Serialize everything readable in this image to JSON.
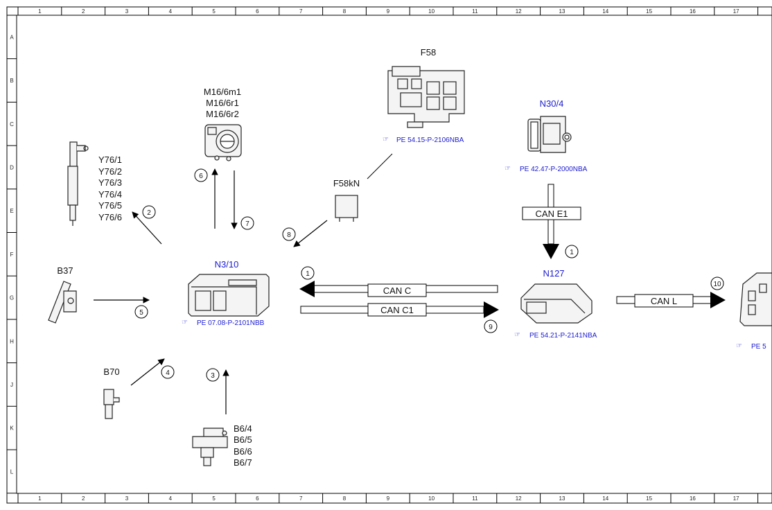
{
  "frame": {
    "columns": [
      "1",
      "2",
      "3",
      "4",
      "5",
      "6",
      "7",
      "8",
      "9",
      "10",
      "11",
      "12",
      "13",
      "14",
      "15",
      "16",
      "17"
    ],
    "rows": [
      "A",
      "B",
      "C",
      "D",
      "E",
      "F",
      "G",
      "H",
      "J",
      "K",
      "L"
    ]
  },
  "components": {
    "y76": [
      "Y76/1",
      "Y76/2",
      "Y76/3",
      "Y76/4",
      "Y76/5",
      "Y76/6"
    ],
    "m16": [
      "M16/6m1",
      "M16/6r1",
      "M16/6r2"
    ],
    "f58": "F58",
    "f58kn": "F58kN",
    "n30_4": "N30/4",
    "n3_10": "N3/10",
    "n127": "N127",
    "b37": "B37",
    "b70": "B70",
    "b6": [
      "B6/4",
      "B6/5",
      "B6/6",
      "B6/7"
    ]
  },
  "refs": {
    "f58": "PE 54.15-P-2106NBA",
    "n30_4": "PE 42.47-P-2000NBA",
    "n3_10": "PE 07.08-P-2101NBB",
    "n127": "PE 54.21-P-2141NBA",
    "edge": "PE 5"
  },
  "can": {
    "e1": "CAN E1",
    "c": "CAN C",
    "c1": "CAN C1",
    "l": "CAN L"
  },
  "callouts": {
    "n1": "1",
    "n2": "2",
    "n3": "3",
    "n4": "4",
    "n5": "5",
    "n6": "6",
    "n7": "7",
    "n8": "8",
    "n9": "9",
    "n10": "10",
    "n1b": "1"
  }
}
